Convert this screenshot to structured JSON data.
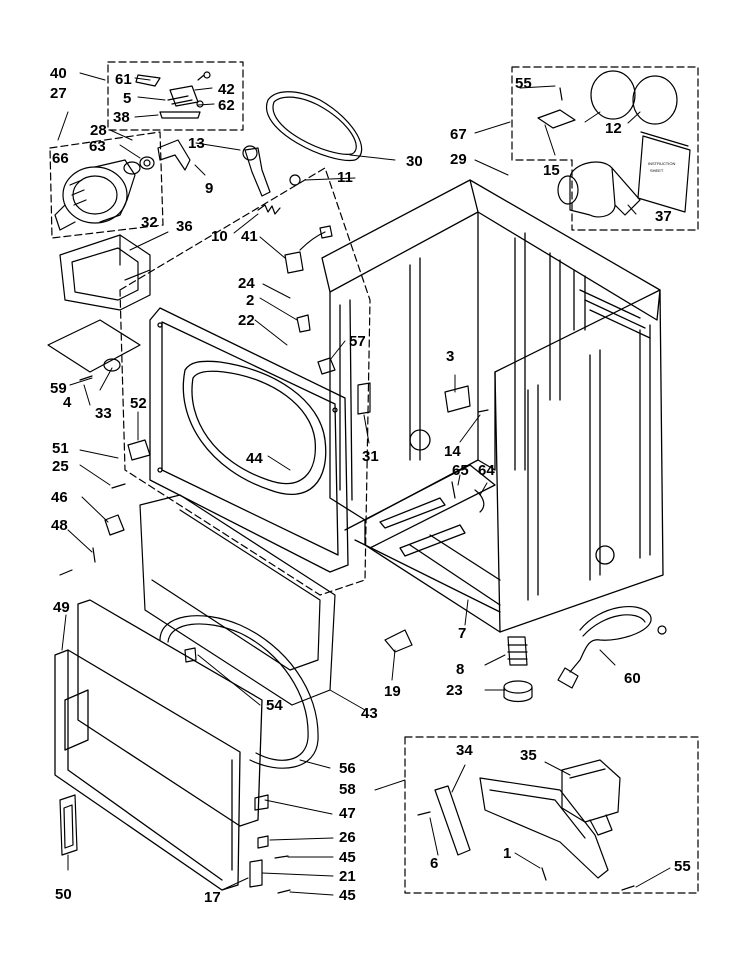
{
  "diagram": {
    "part_callouts": [
      "1",
      "2",
      "3",
      "4",
      "5",
      "6",
      "7",
      "8",
      "9",
      "10",
      "11",
      "12",
      "13",
      "14",
      "15",
      "17",
      "19",
      "21",
      "22",
      "23",
      "24",
      "25",
      "26",
      "27",
      "28",
      "29",
      "30",
      "31",
      "32",
      "33",
      "34",
      "35",
      "36",
      "37",
      "38",
      "40",
      "41",
      "42",
      "43",
      "44",
      "45",
      "46",
      "47",
      "48",
      "49",
      "50",
      "51",
      "52",
      "54",
      "55",
      "56",
      "57",
      "58",
      "59",
      "60",
      "61",
      "62",
      "63",
      "64",
      "65",
      "66",
      "67"
    ],
    "labels": {
      "l40": "40",
      "l61": "61",
      "l42": "42",
      "l5": "5",
      "l62": "62",
      "l27": "27",
      "l38": "38",
      "l28": "28",
      "l66": "66",
      "l63": "63",
      "l13": "13",
      "l9": "9",
      "l32": "32",
      "l36": "36",
      "l10": "10",
      "l11": "11",
      "l30": "30",
      "l41": "41",
      "l24": "24",
      "l2": "2",
      "l22": "22",
      "l57": "57",
      "l59": "59",
      "l4": "4",
      "l33": "33",
      "l52": "52",
      "l51": "51",
      "l25": "25",
      "l31": "31",
      "l44": "44",
      "l3": "3",
      "l14": "14",
      "l65": "65",
      "l64": "64",
      "l46": "46",
      "l48": "48",
      "l49": "49",
      "l55a": "55",
      "l67": "67",
      "l29": "29",
      "l12": "12",
      "l15": "15",
      "l37": "37",
      "l7": "7",
      "l8": "8",
      "l23": "23",
      "l19": "19",
      "l60": "60",
      "l43": "43",
      "l54": "54",
      "l56": "56",
      "l58": "58",
      "l47": "47",
      "l26": "26",
      "l45a": "45",
      "l21": "21",
      "l45b": "45",
      "l17": "17",
      "l50": "50",
      "l34": "34",
      "l35": "35",
      "l6": "6",
      "l1": "1",
      "l55b": "55"
    },
    "booklet_text": [
      "INSTRUCTION",
      "SHEET"
    ]
  }
}
